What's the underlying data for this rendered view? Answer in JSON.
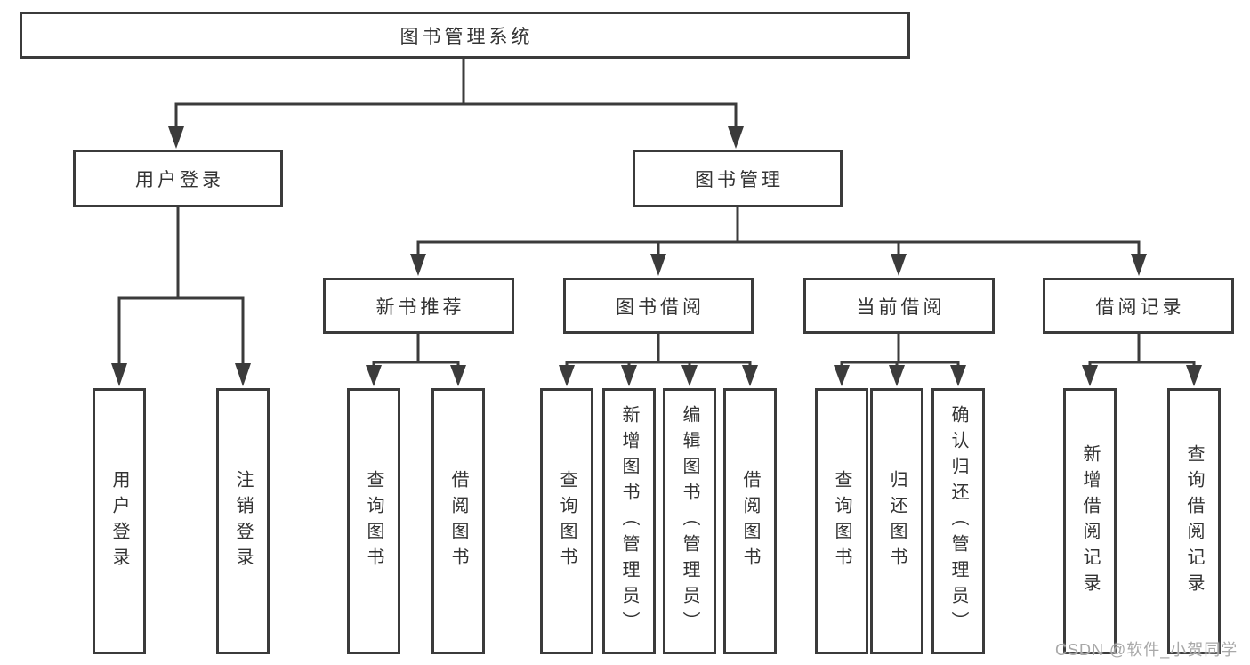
{
  "title": "图书管理系统",
  "watermark": "CSDN @软件_小贺同学",
  "colors": {
    "line": "#3b3b3b",
    "box_border": "#3b3b3b",
    "text": "#333333",
    "background": "#ffffff",
    "watermark": "#a8a8a8"
  },
  "nodes": {
    "root": "图书管理系统",
    "level2": [
      "用户登录",
      "图书管理"
    ],
    "level3": [
      "新书推荐",
      "图书借阅",
      "当前借阅",
      "借阅记录"
    ],
    "leaves": {
      "user_login": [
        "用户登录",
        "注销登录"
      ],
      "new_book": [
        "查询图书",
        "借阅图书"
      ],
      "book_borrow": [
        "查询图书",
        "新增图书（管理员）",
        "编辑图书（管理员）",
        "借阅图书"
      ],
      "current_borrow": [
        "查询图书",
        "归还图书",
        "确认归还（管理员）"
      ],
      "borrow_record": [
        "新增借阅记录",
        "查询借阅记录"
      ]
    }
  }
}
